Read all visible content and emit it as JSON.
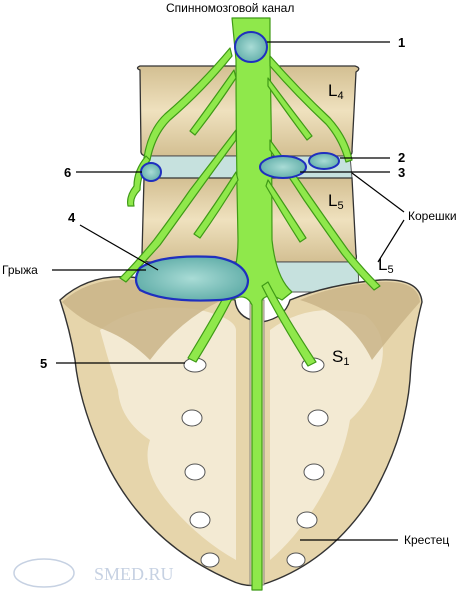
{
  "labels": {
    "spinal_canal": "Спинномозговой канал",
    "roots": "Корешки",
    "hernia": "Грыжа",
    "sacrum": "Крестец"
  },
  "vertebrae": {
    "l4": {
      "letter": "L",
      "sub": "4"
    },
    "l5": {
      "letter": "L",
      "sub": "5"
    },
    "root_l5": {
      "letter": "L",
      "sub": "5"
    },
    "s1": {
      "letter": "S",
      "sub": "1"
    }
  },
  "callouts": [
    "1",
    "2",
    "3",
    "4",
    "5",
    "6"
  ],
  "watermark": "SMED.RU",
  "colors": {
    "bone": "#e4d3aa",
    "bone_dark": "#b79f70",
    "disc": "#c3dfdd",
    "nerve": "#8ee84a",
    "nerve_outline": "#4aa51b",
    "lesion_fill": "#66b3ad",
    "lesion_outline": "#1f2fbf"
  }
}
